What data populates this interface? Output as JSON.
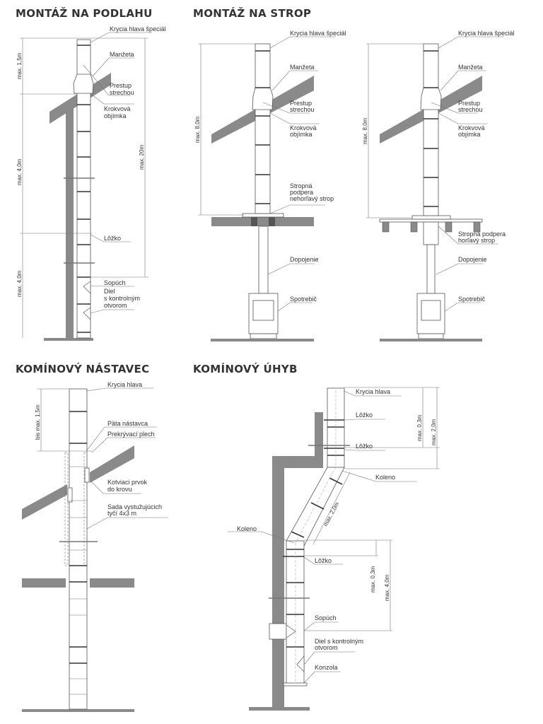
{
  "sections": {
    "floor": {
      "title": "MONTÁŽ NA PODLAHU",
      "labels": {
        "cap": "Krycia hlava špeciál",
        "collar": "Manžeta",
        "roof1": "Prestup",
        "roof2": "strechou",
        "rafter1": "Krokvová",
        "rafter2": "objímka",
        "bed": "Lôžko",
        "flue": "Sopúch",
        "insp1": "Diel",
        "insp2": "s kontrolným",
        "insp3": "otvorom"
      },
      "dims": {
        "top": "max. 1,5m",
        "mid": "max. 4,0m",
        "low": "max. 4,0m",
        "total": "max. 20m"
      }
    },
    "ceiling": {
      "title": "MONTÁŽ NA STROP",
      "left": {
        "cap": "Krycia hlava špeciál",
        "collar": "Manžeta",
        "roof1": "Prestup",
        "roof2": "strechou",
        "rafter1": "Krokvová",
        "rafter2": "objímka",
        "support1": "Stropná",
        "support2": "podpera",
        "support3": "nehorľavý strop",
        "connect": "Dopojenie",
        "appliance": "Spotrebič",
        "dim": "max. 8,0m"
      },
      "right": {
        "cap": "Krycia hlava špeciál",
        "collar": "Manžeta",
        "roof1": "Prestup",
        "roof2": "strechou",
        "rafter1": "Krokvová",
        "rafter2": "objímka",
        "support1": "Stropná podpera",
        "support2": "horľavý strop",
        "connect": "Dopojenie",
        "appliance": "Spotrebič",
        "dim": "max. 8,0m"
      }
    },
    "extension": {
      "title": "KOMÍNOVÝ NÁSTAVEC",
      "labels": {
        "cap": "Krycia hlava",
        "base": "Päta nástavca",
        "sheet": "Prekrývací plech",
        "anchor1": "Kotviaci prvok",
        "anchor2": "do krovu",
        "rods1": "Sada vystužujúcich",
        "rods2": "tyčí 4x3 m"
      },
      "dims": {
        "top": "bis max. 1,5m"
      }
    },
    "offset": {
      "title": "KOMÍNOVÝ ÚHYB",
      "labels": {
        "cap": "Krycia hlava",
        "bed1": "Lôžko",
        "bed2": "Lôžko",
        "elbow1": "Koleno",
        "elbow2": "Koleno",
        "bed3": "Lôžko",
        "flue": "Sopúch",
        "insp1": "Diel s kontrolným",
        "insp2": "otvorom",
        "bracket": "Konzola"
      },
      "dims": {
        "topA": "max. 0,3m",
        "topB": "max. 2,0m",
        "slant": "max. 2,0m",
        "lowA": "max. 0,3m",
        "lowB": "max. 4,0m"
      }
    }
  }
}
